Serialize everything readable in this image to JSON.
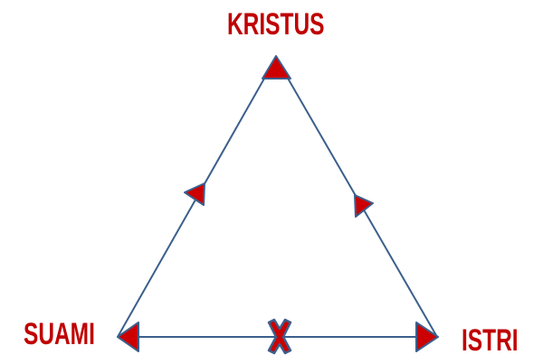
{
  "nodes": {
    "top": "KRISTUS",
    "left": "SUAMI",
    "right": "ISTRI"
  },
  "colors": {
    "label": "#c00000",
    "line": "#3c5f8c",
    "arrow_fill": "#cc0000"
  },
  "edges": [
    {
      "from": "SUAMI",
      "to": "KRISTUS",
      "type": "arrow"
    },
    {
      "from": "ISTRI",
      "to": "KRISTUS",
      "type": "arrow"
    },
    {
      "from": "SUAMI",
      "to": "ISTRI",
      "type": "blocked",
      "marker": "x-icon"
    }
  ]
}
